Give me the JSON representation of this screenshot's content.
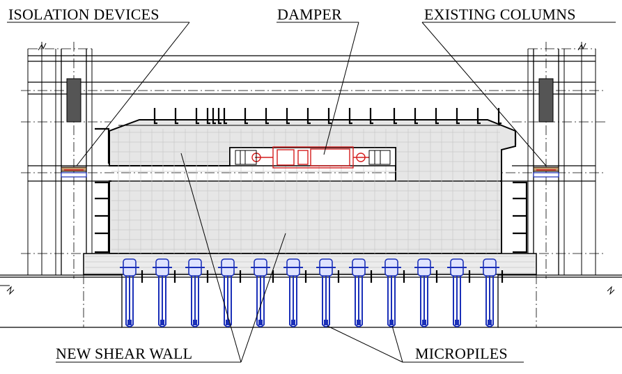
{
  "labels": {
    "isolation_devices": "ISOLATION DEVICES",
    "damper": "DAMPER",
    "existing_columns": "EXISTING COLUMNS",
    "new_shear_wall": "NEW SHEAR WALL",
    "micropiles": "MICROPILES"
  },
  "colors": {
    "line": "#000000",
    "wall_fill": "#e6e6e6",
    "micropile": "#1a2fb8",
    "damper": "#d41c1c",
    "column_hatch": "#555555"
  },
  "micropile_count": 12
}
